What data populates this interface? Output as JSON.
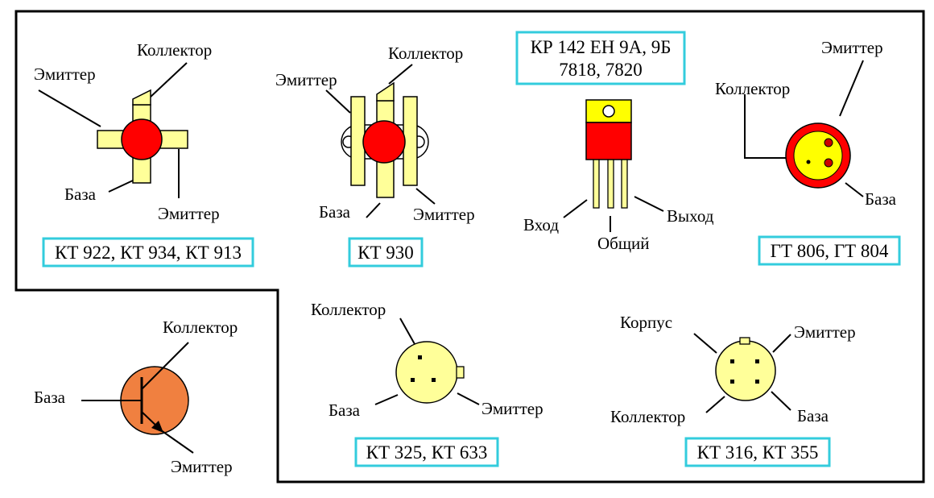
{
  "colors": {
    "red": "#ff0000",
    "yellow_lead": "#ffff99",
    "pale_yellow_body": "#ffff99",
    "orange_body": "#f08040",
    "caption_border": "#33ccdd",
    "frame": "#000000"
  },
  "kt922": {
    "caption": "КТ 922, КТ 934, КТ 913",
    "labels": {
      "emitter_top": "Эмиттер",
      "collector": "Коллектор",
      "base": "База",
      "emitter_bottom": "Эмиттер"
    }
  },
  "kt930": {
    "caption": "КТ 930",
    "labels": {
      "emitter": "Эмиттер",
      "collector": "Коллектор",
      "base": "База",
      "emitter_bottom": "Эмиттер"
    }
  },
  "regulator": {
    "caption_line1": "КР 142 ЕН 9А, 9Б",
    "caption_line2": "7818, 7820",
    "labels": {
      "input": "Вход",
      "common": "Общий",
      "output": "Выход"
    }
  },
  "gt806": {
    "caption": "ГТ 806, ГТ 804",
    "labels": {
      "emitter": "Эмиттер",
      "collector": "Коллектор",
      "base": "База"
    }
  },
  "symbol": {
    "labels": {
      "collector": "Коллектор",
      "base": "База",
      "emitter": "Эмиттер"
    }
  },
  "kt325": {
    "caption": "КТ 325, КТ 633",
    "labels": {
      "collector": "Коллектор",
      "base": "База",
      "emitter": "Эмиттер"
    }
  },
  "kt316": {
    "caption": "КТ 316, КТ 355",
    "labels": {
      "case": "Корпус",
      "emitter": "Эмиттер",
      "collector": "Коллектор",
      "base": "База"
    }
  }
}
